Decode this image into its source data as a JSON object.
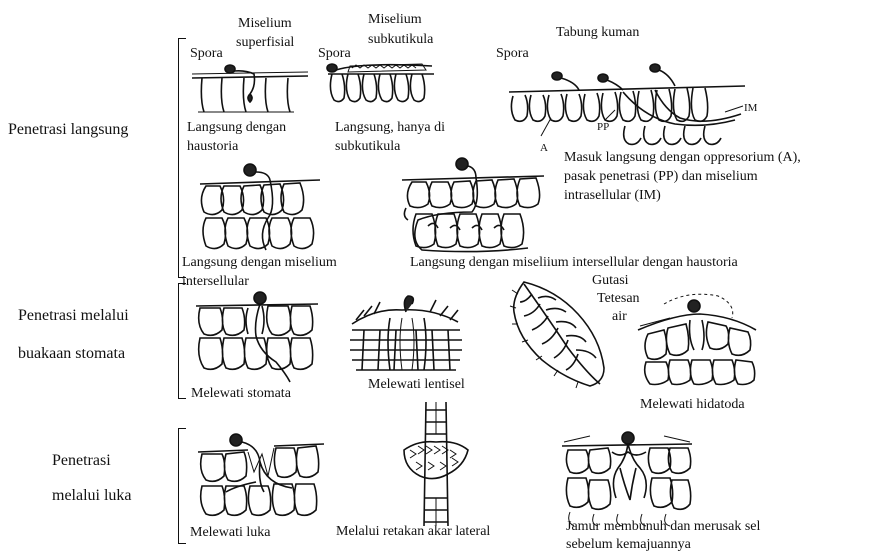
{
  "groups": {
    "direct": "Penetrasi langsung",
    "opening_l1": "Penetrasi melalui",
    "opening_l2": "buakaan stomata",
    "wound_l1": "Penetrasi",
    "wound_l2": "melalui luka"
  },
  "labels": {
    "spora1": "Spora",
    "spora2": "Spora",
    "spora3": "Spora",
    "mis_sup_l1": "Miselium",
    "mis_sup_l2": "superfisial",
    "mis_sub_l1": "Miselium",
    "mis_sub_l2": "subkutikula",
    "tabung": "Tabung kuman",
    "im": "IM",
    "a": "A",
    "pp": "PP",
    "hau_l1": "Langsung dengan",
    "hau_l2": "haustoria",
    "sub_l1": "Langsung, hanya di",
    "sub_l2": "subkutikula",
    "opp_l1": "Masuk langsung dengan oppresorium (A),",
    "opp_l2": "pasak   penetrasi   (PP)   dan   miselium",
    "opp_l3": "intrasellular (IM)",
    "inter_l1": "Langsung dengan miselium",
    "inter_l2": "intersellular",
    "interh": "Langsung dengan miseliium intersellular  dengan haustoria",
    "gutasi": "Gutasi",
    "tetesan": "Tetesan",
    "air": "air",
    "stomata": "Melewati stomata",
    "lentisel": "Melewati lentisel",
    "hidatoda": "Melewati hidatoda",
    "luka": "Melewati luka",
    "retakan": "Melalui retakan akar lateral",
    "jamur_l1": "Jamur  membunuh  dan  merusak  sel",
    "jamur_l2": "sebelum  kemajuannya"
  }
}
